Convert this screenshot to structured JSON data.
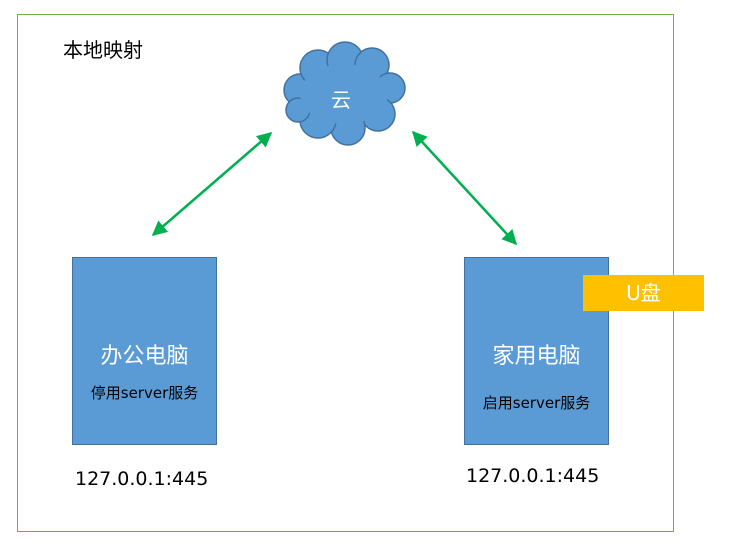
{
  "title": "本地映射",
  "cloud": {
    "label": "云"
  },
  "office_pc": {
    "title": "办公电脑",
    "subtitle": "停用server服务",
    "address": "127.0.0.1:445"
  },
  "home_pc": {
    "title": "家用电脑",
    "subtitle": "启用server服务",
    "address": "127.0.0.1:445"
  },
  "usb": {
    "label": "U盘"
  },
  "colors": {
    "frame": "#70ad47",
    "shape_fill": "#5b9bd5",
    "shape_stroke": "#41719c",
    "arrow": "#00b050",
    "usb": "#ffc000"
  }
}
